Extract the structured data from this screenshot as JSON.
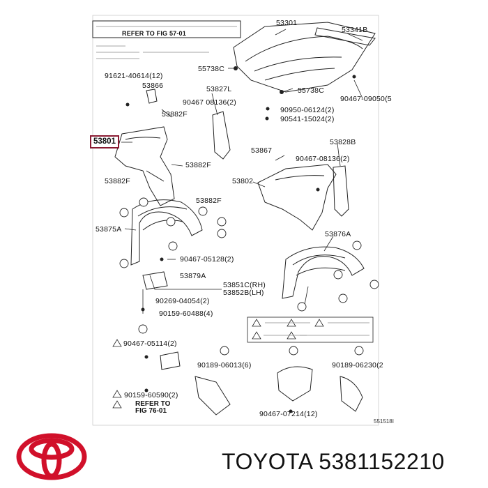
{
  "brand": {
    "name": "TOYOTA",
    "part_number": "5381152210",
    "logo_icon": "toyota-logo-icon",
    "logo_color": "#d1102a"
  },
  "header_note": {
    "line1": "REFER TO FIG 57-01"
  },
  "highlight_color": "#8a1a32",
  "labels": {
    "p53301": "53301",
    "p53341B": "53341B",
    "p91621": "91621-40614(12)",
    "p53866": "53866",
    "p53827L": "53827L",
    "p55738C_a": "55738C",
    "p55738C_b": "55738C",
    "p90467_09050": "90467-09050(5",
    "p90467_08136_a": "90467 08136(2)",
    "p90950": "90950-06124(2)",
    "p90541": "90541-15024(2)",
    "p53882F_a": "53882F",
    "p53801": "53801",
    "p53882F_b": "53882F",
    "p53867": "53867",
    "p53828B": "53828B",
    "p90467_08136_b": "90467-08136(2)",
    "p53882F_c": "53882F",
    "p53802": "53802",
    "p53882F_d": "53882F",
    "p53875A": "53875A",
    "p53876A": "53876A",
    "p90467_05128": "90467-05128(2)",
    "p53879A": "53879A",
    "p53851C": "53851C(RH)",
    "p53852B": "53852B(LH)",
    "p90269": "90269-04054(2)",
    "p90159_60488": "90159-60488(4)",
    "p90467_05114": "90467-05114(2)",
    "p90189_06013": "90189-06013(6)",
    "p90189_06230": "90189-06230(2",
    "p90159_60590": "90159-60590(2)",
    "p90467_07214": "90467-07214(12)",
    "refer_76": "REFER TO",
    "refer_76_b": "FIG 76-01",
    "fig_code": "551518I"
  }
}
